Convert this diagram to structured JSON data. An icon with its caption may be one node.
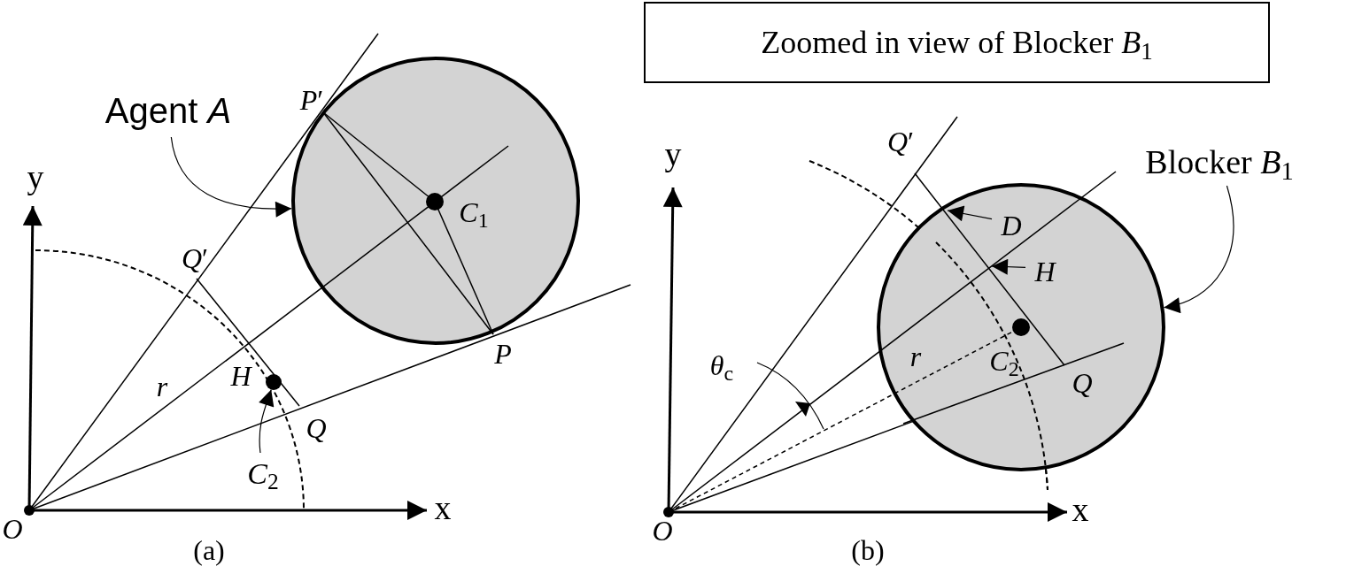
{
  "diagram": {
    "nodes": [
      {
        "text": [
          "Agent *A*"
        ]
      },
      {
        "text": [],
        "shape": "circle"
      },
      {
        "text": [
          "*C*$_{2}$"
        ]
      },
      {
        "text": [],
        "shape": "circle"
      },
      {
        "text": [
          "Zoomed in view of Blocker *B*$_{1}$"
        ]
      },
      {
        "text": [
          "Blocker *B*$_{1}$"
        ]
      },
      {
        "text": [],
        "shape": "circle"
      },
      {
        "text": [
          "*D*"
        ],
        "in": 6
      },
      {
        "text": [
          "*H*"
        ],
        "in": 6
      }
    ],
    "edges": [
      {
        "from": 0,
        "to": 1,
        "arrow": "to"
      },
      {
        "from": 2,
        "to": 3,
        "arrow": "to"
      },
      {
        "from": 5,
        "to": 6,
        "arrow": "to"
      },
      {
        "from": 7,
        "to": 6,
        "arrow": "to"
      },
      {
        "from": 8,
        "to": 6,
        "arrow": "to"
      }
    ],
    "labels": [
      "y",
      "*P*′",
      "*C*$_{1}$",
      "*Q*′",
      "*H*",
      "*r*",
      "*Q*",
      "*P*",
      "*O*",
      "x",
      "(a)",
      "y",
      "*Q*′",
      "*θ*$_{c}$",
      "*r*",
      "*C*$_{2}$",
      "*Q*",
      "*O*",
      "x",
      "(b)"
    ]
  }
}
